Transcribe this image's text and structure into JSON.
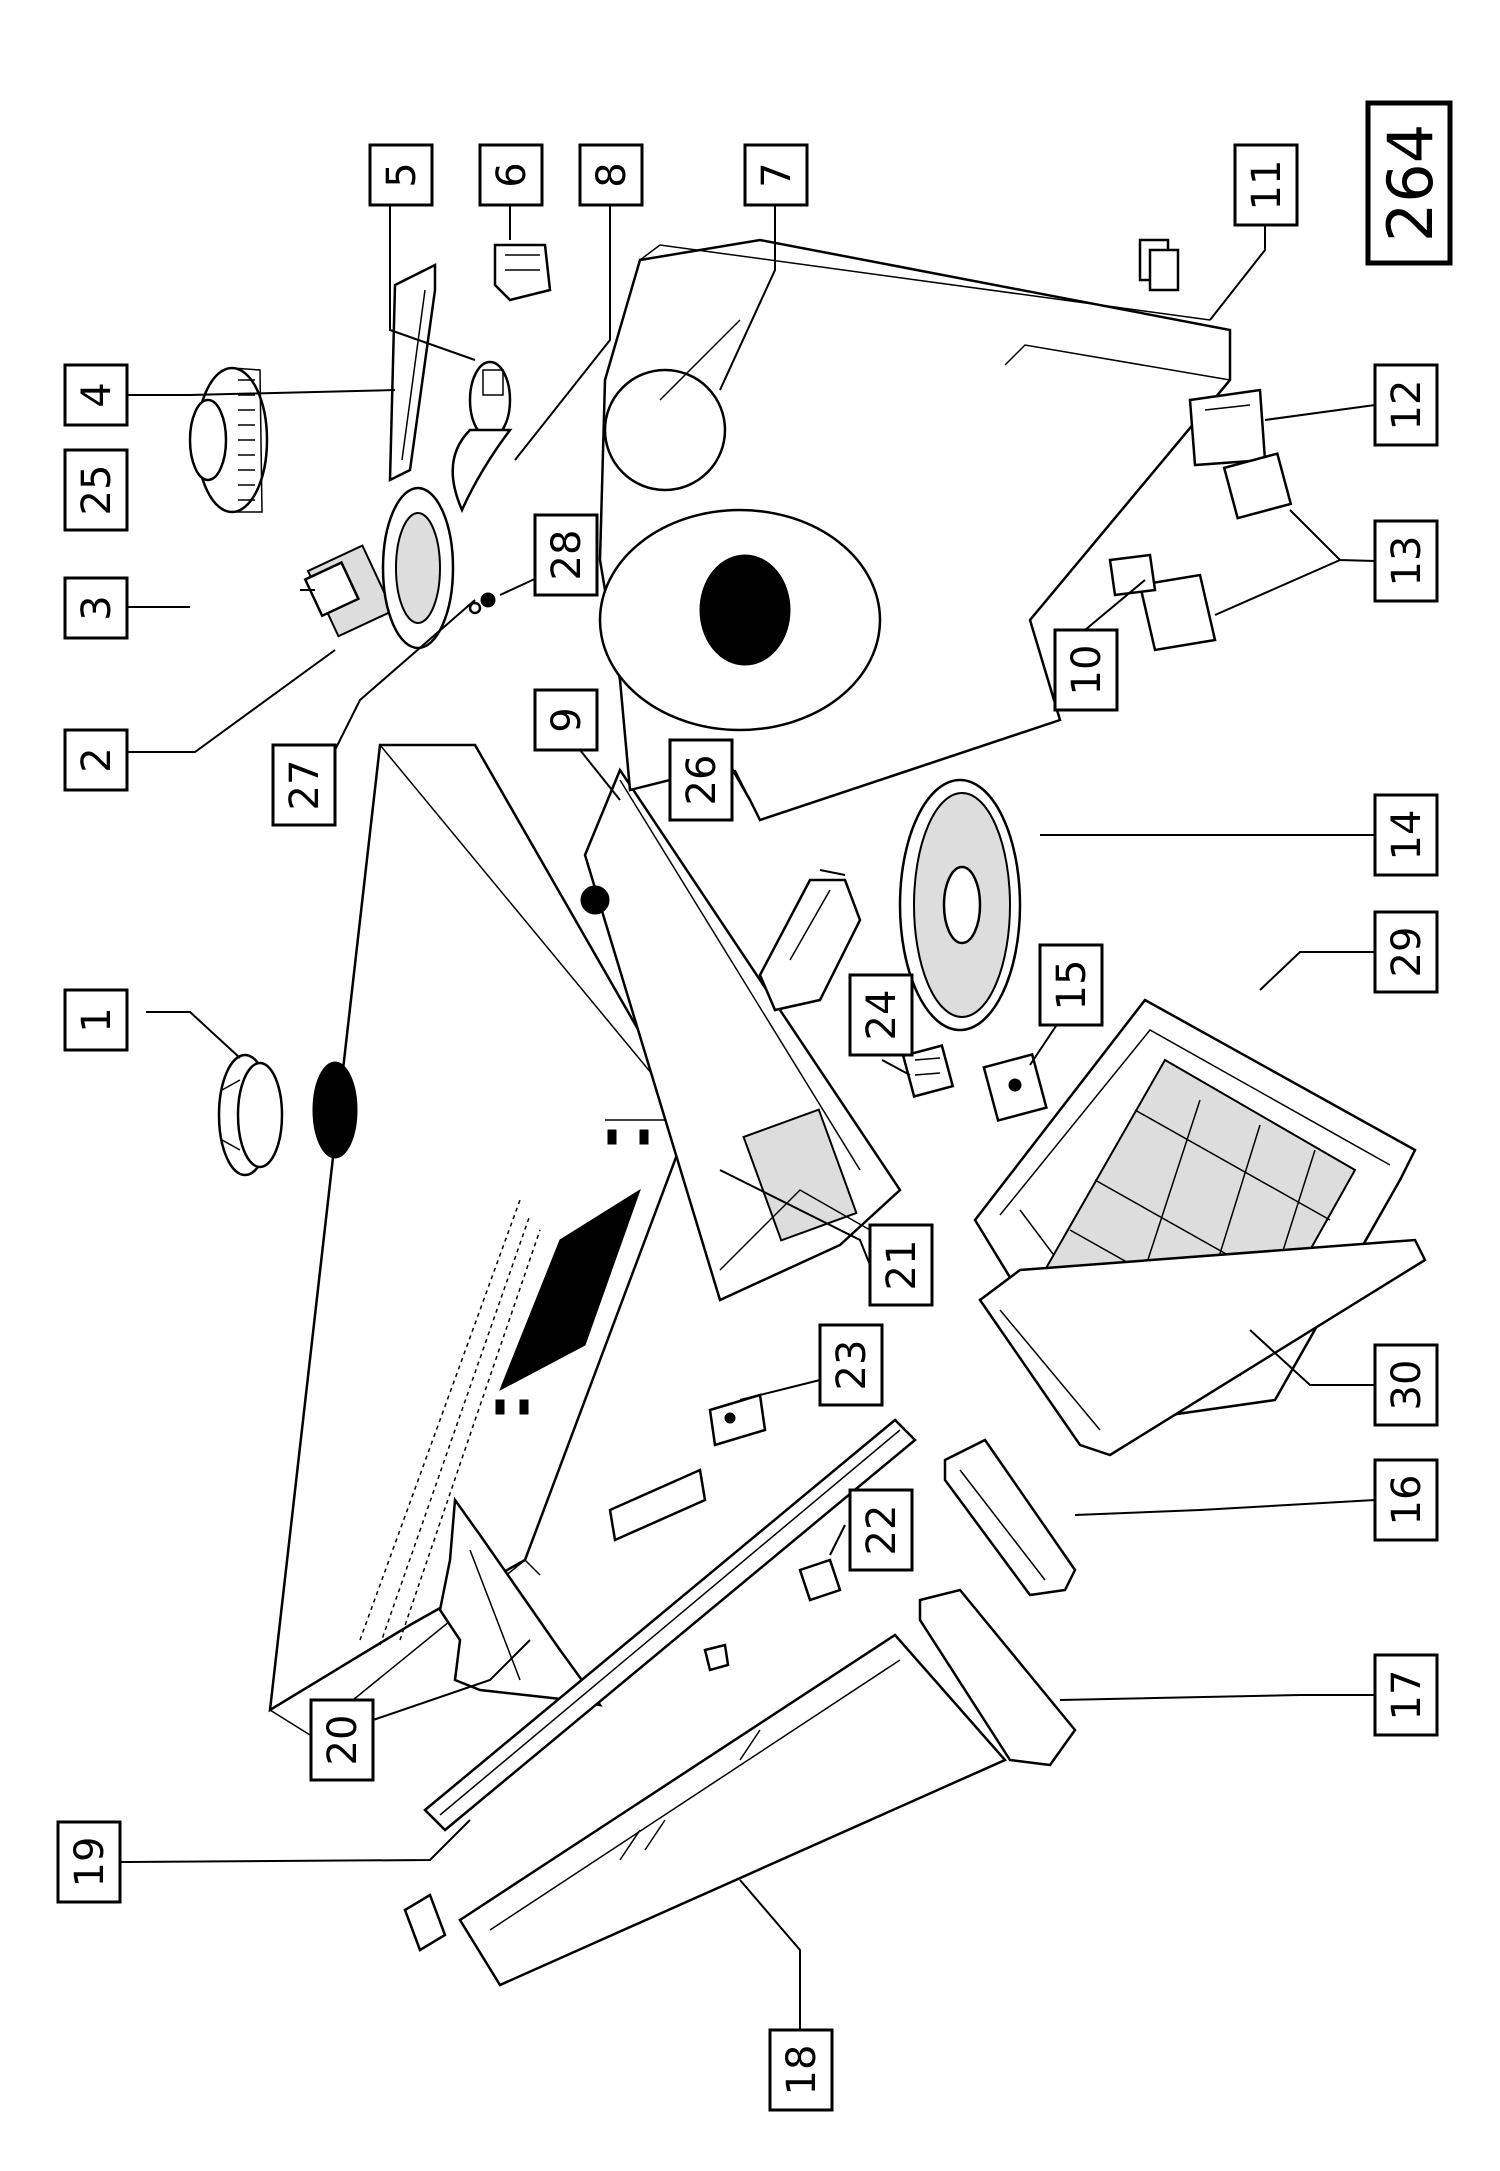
{
  "diagram": {
    "page_number": "264",
    "callouts": [
      {
        "id": "1",
        "text": "1"
      },
      {
        "id": "2",
        "text": "2"
      },
      {
        "id": "3",
        "text": "3"
      },
      {
        "id": "4",
        "text": "4"
      },
      {
        "id": "5",
        "text": "5"
      },
      {
        "id": "6",
        "text": "6"
      },
      {
        "id": "7",
        "text": "7"
      },
      {
        "id": "8",
        "text": "8"
      },
      {
        "id": "9",
        "text": "9"
      },
      {
        "id": "10",
        "text": "10"
      },
      {
        "id": "11",
        "text": "11"
      },
      {
        "id": "12",
        "text": "12"
      },
      {
        "id": "13",
        "text": "13"
      },
      {
        "id": "14",
        "text": "14"
      },
      {
        "id": "15",
        "text": "15"
      },
      {
        "id": "16",
        "text": "16"
      },
      {
        "id": "17",
        "text": "17"
      },
      {
        "id": "18",
        "text": "18"
      },
      {
        "id": "19",
        "text": "19"
      },
      {
        "id": "20",
        "text": "20"
      },
      {
        "id": "21",
        "text": "21"
      },
      {
        "id": "22",
        "text": "22"
      },
      {
        "id": "23",
        "text": "23"
      },
      {
        "id": "24",
        "text": "24"
      },
      {
        "id": "25",
        "text": "25"
      },
      {
        "id": "26",
        "text": "26"
      },
      {
        "id": "27",
        "text": "27"
      },
      {
        "id": "28",
        "text": "28"
      },
      {
        "id": "29",
        "text": "29"
      },
      {
        "id": "30",
        "text": "30"
      }
    ]
  }
}
